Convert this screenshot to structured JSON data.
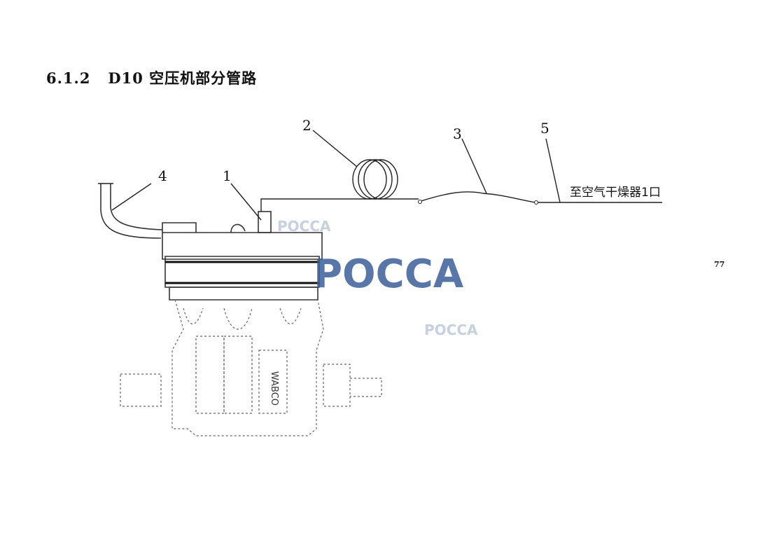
{
  "heading": {
    "number": "6.1.2",
    "title": "D10 空压机部分管路"
  },
  "page_number": "77",
  "diagram": {
    "callouts": [
      "1",
      "2",
      "3",
      "4",
      "5"
    ],
    "destination_label": "至空气干燥器1口",
    "compressor_brand": "WABCO"
  },
  "watermark": {
    "text": "POCCA",
    "color": "#3d5f9a"
  }
}
